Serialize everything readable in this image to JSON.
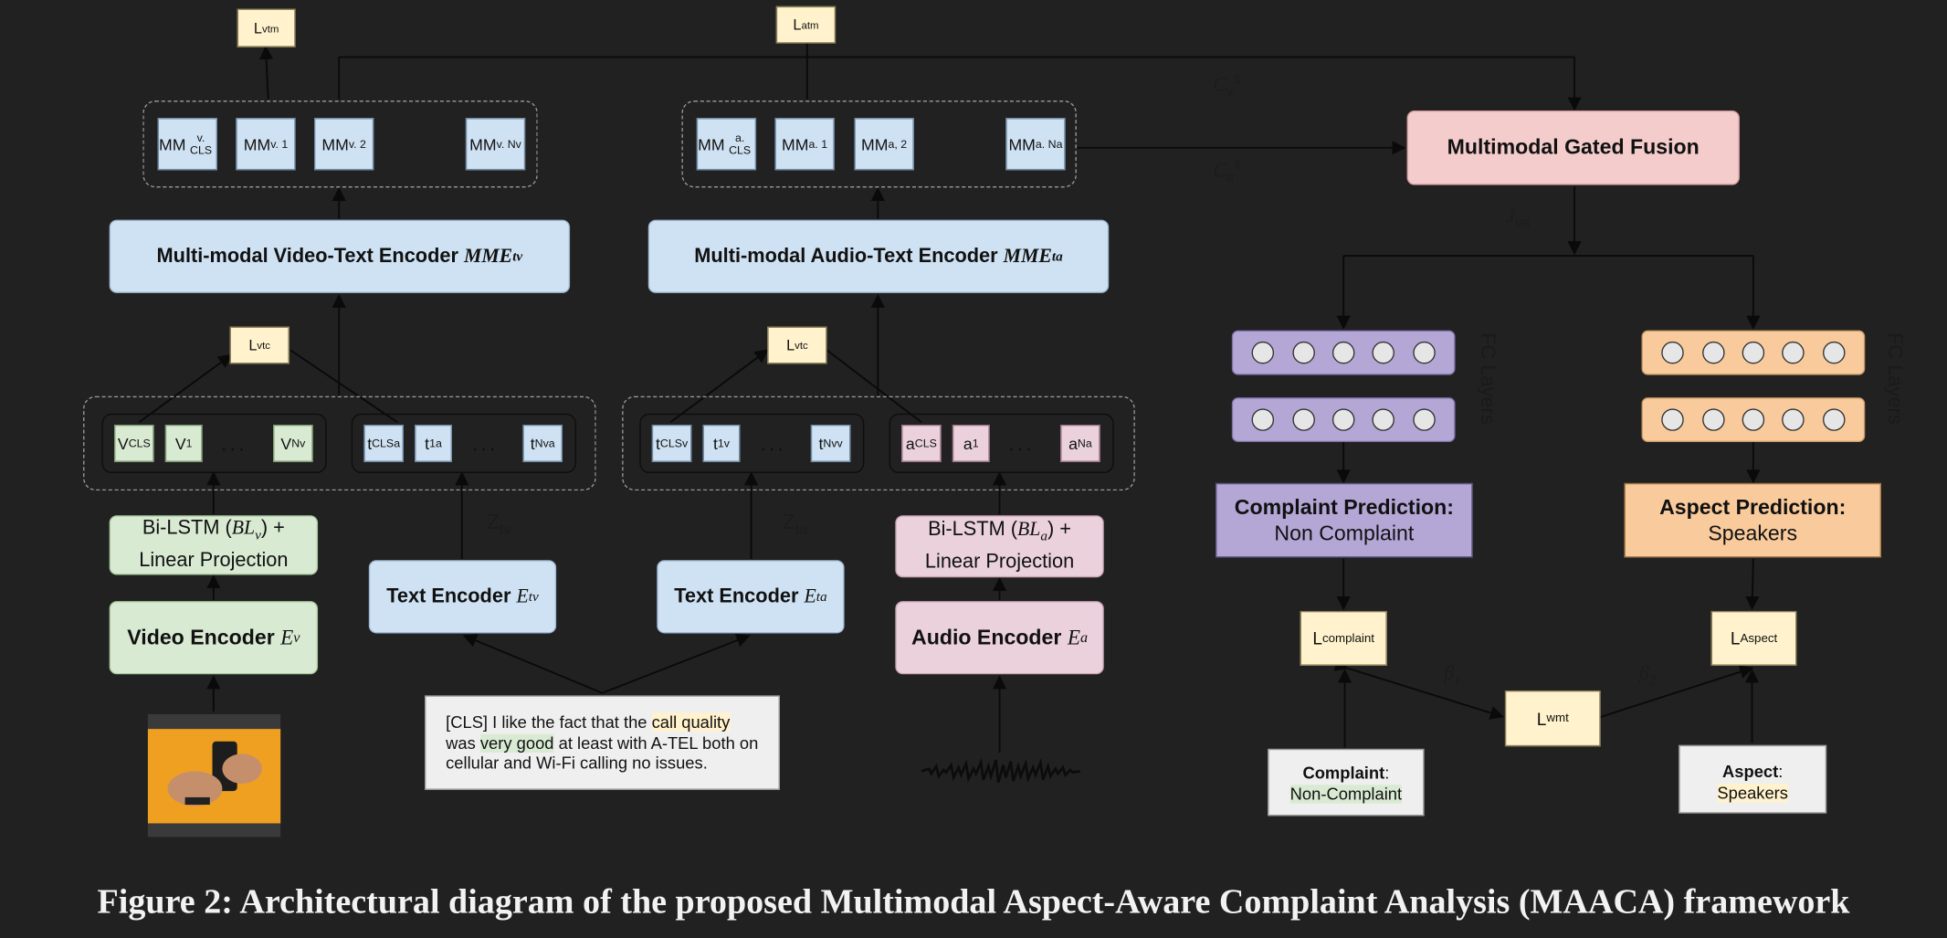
{
  "losses": {
    "vtm": {
      "main": "L",
      "sub": "vtm"
    },
    "atm": {
      "main": "L",
      "sub": "atm"
    },
    "vtc_left": {
      "main": "L",
      "sub": "vtc"
    },
    "vtc_right": {
      "main": "L",
      "sub": "vtc"
    },
    "complaint": {
      "main": "L",
      "sub": "complaint"
    },
    "aspect": {
      "main": "L",
      "sub": "Aspect"
    },
    "wmt": {
      "main": "L",
      "sub": "wmt"
    }
  },
  "mm_video_tokens": [
    {
      "main": "MM",
      "sub": "v. CLS"
    },
    {
      "main": "MM",
      "sub": "v. 1"
    },
    {
      "main": "MM",
      "sub": "v. 2"
    },
    {
      "main": "MM",
      "sub": "v. Nv"
    }
  ],
  "mm_audio_tokens": [
    {
      "main": "MM",
      "sub": "a. CLS"
    },
    {
      "main": "MM",
      "sub": "a. 1"
    },
    {
      "main": "MM",
      "sub": "a, 2"
    },
    {
      "main": "MM",
      "sub": "a. Na"
    }
  ],
  "encoders": {
    "mme_tv": {
      "label": "Multi-modal Video-Text Encoder",
      "sym": "MME",
      "sub": "tv"
    },
    "mme_ta": {
      "label": "Multi-modal Audio-Text Encoder",
      "sym": "MME",
      "sub": "ta"
    },
    "bilstm_v": {
      "pre": "Bi-LSTM (",
      "sym": "BL",
      "sub": "v",
      "post": ") +",
      "line2": "Linear Projection"
    },
    "bilstm_a": {
      "pre": "Bi-LSTM (",
      "sym": "BL",
      "sub": "a",
      "post": ") +",
      "line2": "Linear Projection"
    },
    "video": {
      "label": "Video Encoder",
      "sym": "E",
      "sub": "v"
    },
    "text_v": {
      "label": "Text Encoder",
      "sym": "E",
      "sub": "tv"
    },
    "text_a": {
      "label": "Text Encoder",
      "sym": "E",
      "sub": "ta"
    },
    "audio": {
      "label": "Audio Encoder",
      "sym": "E",
      "sub": "a"
    }
  },
  "token_groups": {
    "video": [
      {
        "main": "V",
        "sub": "CLS"
      },
      {
        "main": "V",
        "sub": "1"
      },
      {
        "main": "V",
        "sub": "Nv"
      }
    ],
    "text_v": [
      {
        "main": "t",
        "sub": "CLS",
        "sup": "a"
      },
      {
        "main": "t",
        "sub": "1",
        "sup": "a"
      },
      {
        "main": "t",
        "sub": "Nv",
        "sup": "a"
      }
    ],
    "text_a": [
      {
        "main": "t",
        "sub": "CLS",
        "sup": "v"
      },
      {
        "main": "t",
        "sub": "1",
        "sup": "v"
      },
      {
        "main": "t",
        "sub": "Nv",
        "sup": "v"
      }
    ],
    "audio": [
      {
        "main": "a",
        "sub": "CLS"
      },
      {
        "main": "a",
        "sub": "1"
      },
      {
        "main": "a",
        "sub": "Na"
      }
    ],
    "ellipsis": "..."
  },
  "z_labels": {
    "tv": {
      "main": "Z",
      "sub": "tv"
    },
    "ta": {
      "main": "Z",
      "sub": "ta"
    }
  },
  "fusion": {
    "label": "Multimodal Gated Fusion",
    "cv": {
      "main": "C",
      "sub": "v",
      "sup": "s"
    },
    "ca": {
      "main": "C",
      "sub": "a",
      "sup": "s"
    },
    "jva": {
      "main": "J",
      "sub": "va"
    }
  },
  "fc_layers_label": "FC Layers",
  "complaint_prediction": {
    "title": "Complaint Prediction:",
    "value": "Non Complaint"
  },
  "aspect_prediction": {
    "title": "Aspect Prediction:",
    "value": "Speakers"
  },
  "betas": {
    "b1": {
      "main": "β",
      "sub": "1"
    },
    "b2": {
      "main": "β",
      "sub": "2"
    }
  },
  "complaint_label": {
    "key": "Complaint",
    "sep": ":",
    "value": "Non-Complaint"
  },
  "aspect_label": {
    "key": "Aspect",
    "sep": ":",
    "value": "Speakers"
  },
  "text_input": {
    "p1": "[CLS] I like the fact that the ",
    "h1": "call quality",
    "p2": " was ",
    "h2": "very good",
    "p3": " at least with A-TEL both on cellular and Wi-Fi calling no issues."
  },
  "caption": "Figure 2: Architectural diagram of the proposed Multimodal Aspect-Aware Complaint Analysis (MAACA) framework",
  "colors": {
    "background": "#212121",
    "blue": "#cfe2f3",
    "green": "#d9ead3",
    "pink": "#ead1dc",
    "fusion": "#f4cccc",
    "purple": "#b4a7d6",
    "orange": "#f9cb9c",
    "loss": "#fff2cc"
  }
}
